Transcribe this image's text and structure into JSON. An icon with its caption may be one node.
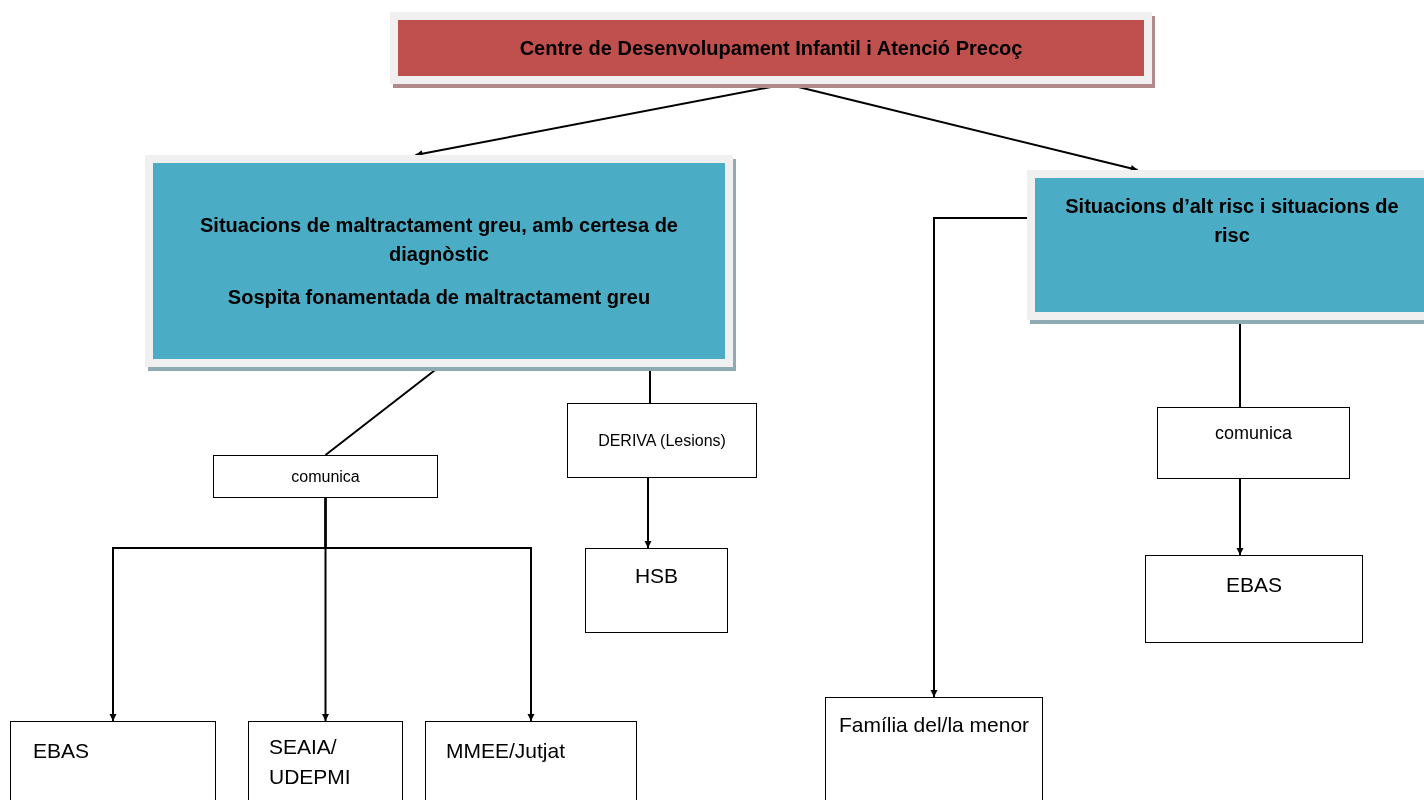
{
  "diagram": {
    "nodes": [
      {
        "text": [
          "Centre de Desenvolupament Infantil i Atenció Precoç"
        ]
      },
      {
        "text": [
          "Situacions de maltractament greu, amb certesa de diagnòstic",
          "Sospita fonamentada de maltractament greu"
        ]
      },
      {
        "text": [
          "comunica"
        ]
      },
      {
        "text": [
          "DERIVA (Lesions)"
        ]
      },
      {
        "text": [
          "HSB"
        ]
      },
      {
        "text": [
          "EBAS"
        ]
      },
      {
        "text": [
          "SEAIA/ UDEPMI"
        ]
      },
      {
        "text": [
          "MMEE/Jutjat"
        ]
      },
      {
        "text": [
          "Situacions d’alt risc i situacions de risc"
        ]
      },
      {
        "text": [
          "comunica"
        ]
      },
      {
        "text": [
          "EBAS"
        ]
      },
      {
        "text": [
          "Família del/la menor"
        ]
      }
    ],
    "edges": [
      {
        "from": 0,
        "to": 1,
        "arrow": "to"
      },
      {
        "from": 0,
        "to": 8,
        "arrow": "to"
      },
      {
        "from": 1,
        "to": 2,
        "arrow": "none"
      },
      {
        "from": 2,
        "to": 5,
        "arrow": "to"
      },
      {
        "from": 2,
        "to": 6,
        "arrow": "to"
      },
      {
        "from": 2,
        "to": 7,
        "arrow": "to"
      },
      {
        "from": 1,
        "to": 3,
        "arrow": "none"
      },
      {
        "from": 3,
        "to": 4,
        "arrow": "to"
      },
      {
        "from": 8,
        "to": 11,
        "arrow": "to"
      },
      {
        "from": 8,
        "to": 9,
        "arrow": "none"
      },
      {
        "from": 9,
        "to": 10,
        "arrow": "to"
      }
    ]
  }
}
